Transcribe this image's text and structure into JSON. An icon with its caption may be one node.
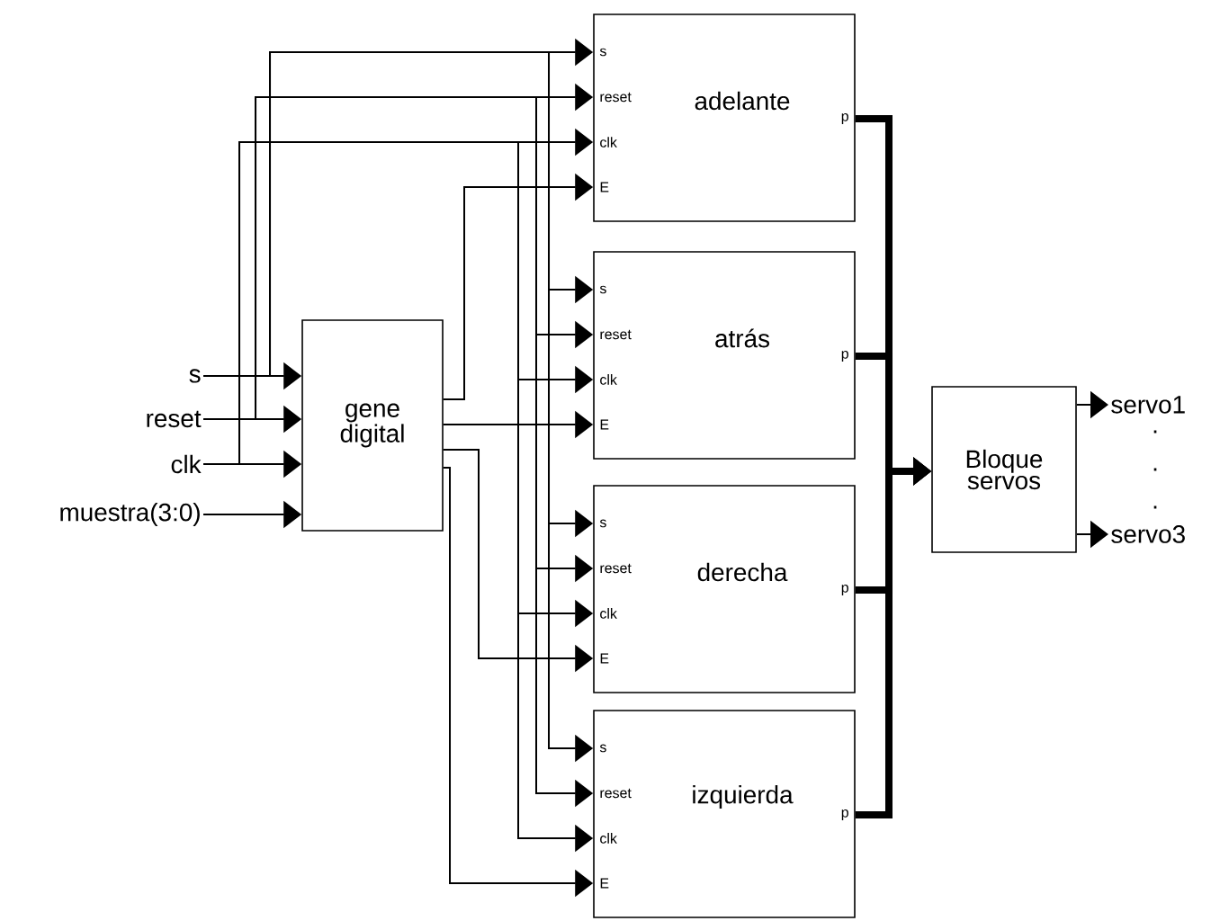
{
  "diagram": {
    "nodes": [
      {
        "text": [
          "s"
        ]
      },
      {
        "text": [
          "reset"
        ]
      },
      {
        "text": [
          "clk"
        ]
      },
      {
        "text": [
          "muestra(3:0)"
        ]
      },
      {
        "text": [
          "gene digital"
        ]
      },
      {
        "text": [
          "adelante",
          "s",
          "reset",
          "clk",
          "E",
          "p"
        ]
      },
      {
        "text": [
          "atrás",
          "s",
          "reset",
          "clk",
          "E",
          "p"
        ]
      },
      {
        "text": [
          "derecha",
          "s",
          "reset",
          "clk",
          "E",
          "p"
        ]
      },
      {
        "text": [
          "izquierda",
          "s",
          "reset",
          "clk",
          "E",
          "p"
        ]
      },
      {
        "text": [
          "Bloque servos"
        ]
      },
      {
        "text": [
          "servo1"
        ]
      },
      {
        "text": [
          "servo3"
        ]
      }
    ],
    "edges": [
      {
        "from": 0,
        "to": 4,
        "arrow": "to"
      },
      {
        "from": 1,
        "to": 4,
        "arrow": "to"
      },
      {
        "from": 2,
        "to": 4,
        "arrow": "to"
      },
      {
        "from": 3,
        "to": 4,
        "arrow": "to"
      },
      {
        "from": 0,
        "to": 5,
        "arrow": "to"
      },
      {
        "from": 0,
        "to": 6,
        "arrow": "to"
      },
      {
        "from": 0,
        "to": 7,
        "arrow": "to"
      },
      {
        "from": 0,
        "to": 8,
        "arrow": "to"
      },
      {
        "from": 1,
        "to": 5,
        "arrow": "to"
      },
      {
        "from": 1,
        "to": 6,
        "arrow": "to"
      },
      {
        "from": 1,
        "to": 7,
        "arrow": "to"
      },
      {
        "from": 1,
        "to": 8,
        "arrow": "to"
      },
      {
        "from": 2,
        "to": 5,
        "arrow": "to"
      },
      {
        "from": 2,
        "to": 6,
        "arrow": "to"
      },
      {
        "from": 2,
        "to": 7,
        "arrow": "to"
      },
      {
        "from": 2,
        "to": 8,
        "arrow": "to"
      },
      {
        "from": 4,
        "to": 5,
        "arrow": "to"
      },
      {
        "from": 4,
        "to": 6,
        "arrow": "to"
      },
      {
        "from": 4,
        "to": 7,
        "arrow": "to"
      },
      {
        "from": 4,
        "to": 8,
        "arrow": "to"
      },
      {
        "from": 5,
        "to": 9,
        "arrow": "to",
        "style": "thick"
      },
      {
        "from": 6,
        "to": 9,
        "arrow": "to",
        "style": "thick"
      },
      {
        "from": 7,
        "to": 9,
        "arrow": "to",
        "style": "thick"
      },
      {
        "from": 8,
        "to": 9,
        "arrow": "to",
        "style": "thick"
      },
      {
        "from": 9,
        "to": 10,
        "arrow": "to"
      },
      {
        "from": 9,
        "to": 11,
        "arrow": "to"
      }
    ],
    "labels": [
      ".",
      ".",
      "."
    ]
  }
}
